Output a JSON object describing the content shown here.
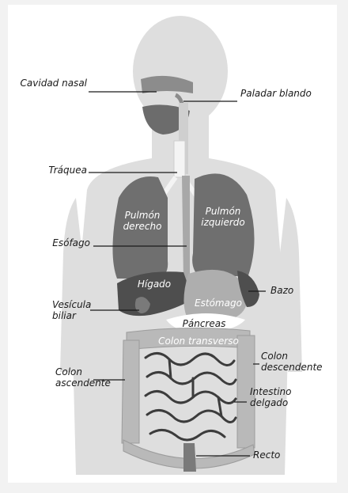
{
  "labels": {
    "cavidad_nasal": "Cavidad nasal",
    "paladar_blando": "Paladar blando",
    "traquea": "Tráquea",
    "esofago": "Esófago",
    "vesicula_biliar": "Vesícula\nbiliar",
    "colon_ascendente": "Colon\nascendente",
    "bazo": "Bazo",
    "colon_descendente": "Colon\ndescendente",
    "intestino_delgado": "Intestino\ndelgado",
    "recto": "Recto"
  },
  "organs": {
    "pulmon_derecho": "Pulmón\nderecho",
    "pulmon_izquierdo": "Pulmón\nizquierdo",
    "higado": "Hígado",
    "estomago": "Estómago",
    "pancreas": "Páncreas",
    "colon_transverso": "Colon transverso"
  },
  "colors": {
    "silhouette": "#dedede",
    "lungs": "#6f6f6f",
    "liver": "#4e4e4e",
    "stomach": "#aeaeae",
    "pancreas": "#ffffff",
    "colon": "#b9b9b9",
    "intestine_outline": "#3c3c3c",
    "leader_line": "#1a1a1a"
  }
}
